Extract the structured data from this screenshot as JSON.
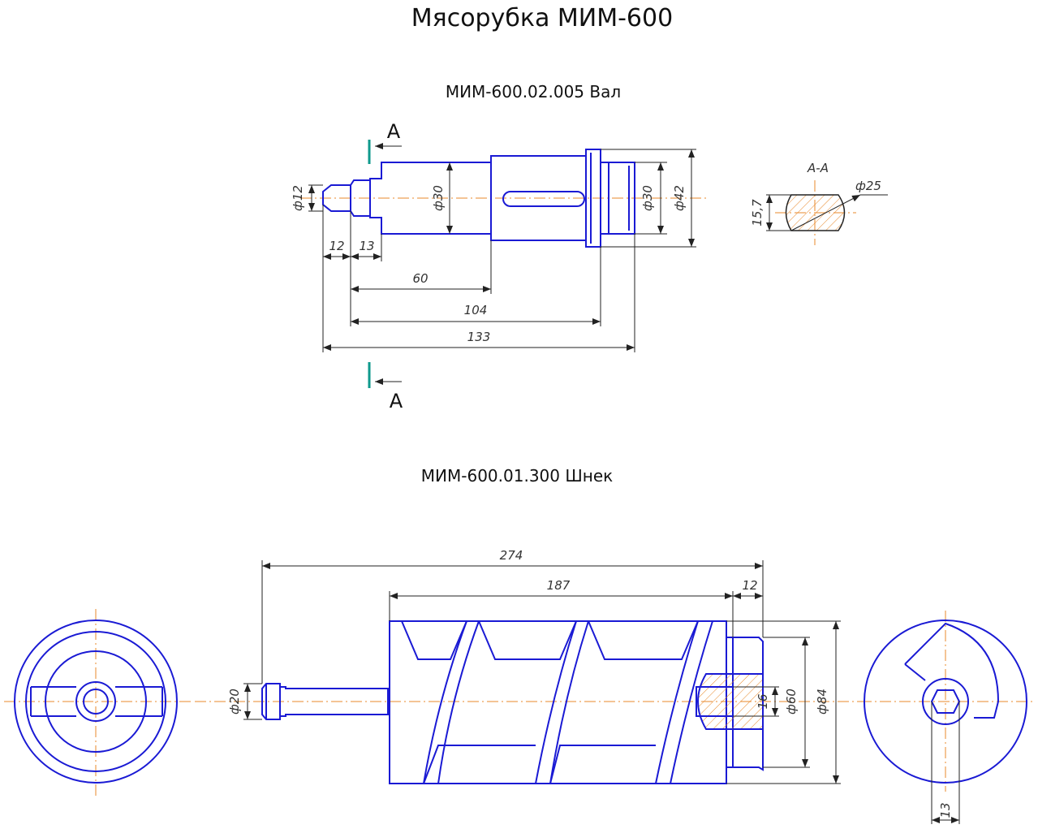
{
  "title": "Мясорубка МИМ-600",
  "shaft": {
    "caption": "МИМ-600.02.005 Вал",
    "section_label": "А",
    "section_view_label": "А-А",
    "dims": {
      "d12": "ф12",
      "d30a": "ф30",
      "d30b": "ф30",
      "d42": "ф42",
      "l12": "12",
      "l13": "13",
      "l60": "60",
      "l104": "104",
      "l133": "133",
      "d25": "ф25",
      "w157": "15,7"
    }
  },
  "screw": {
    "caption": "МИМ-600.01.300 Шнек",
    "dims": {
      "l274": "274",
      "l187": "187",
      "l12": "12",
      "d20": "ф20",
      "d16": "16",
      "d60": "ф60",
      "d84": "ф84",
      "w13": "13"
    }
  },
  "colors": {
    "part_outline": "#1a1ad4",
    "center_line": "#e8892b",
    "section_marker": "#0f9a8c"
  }
}
